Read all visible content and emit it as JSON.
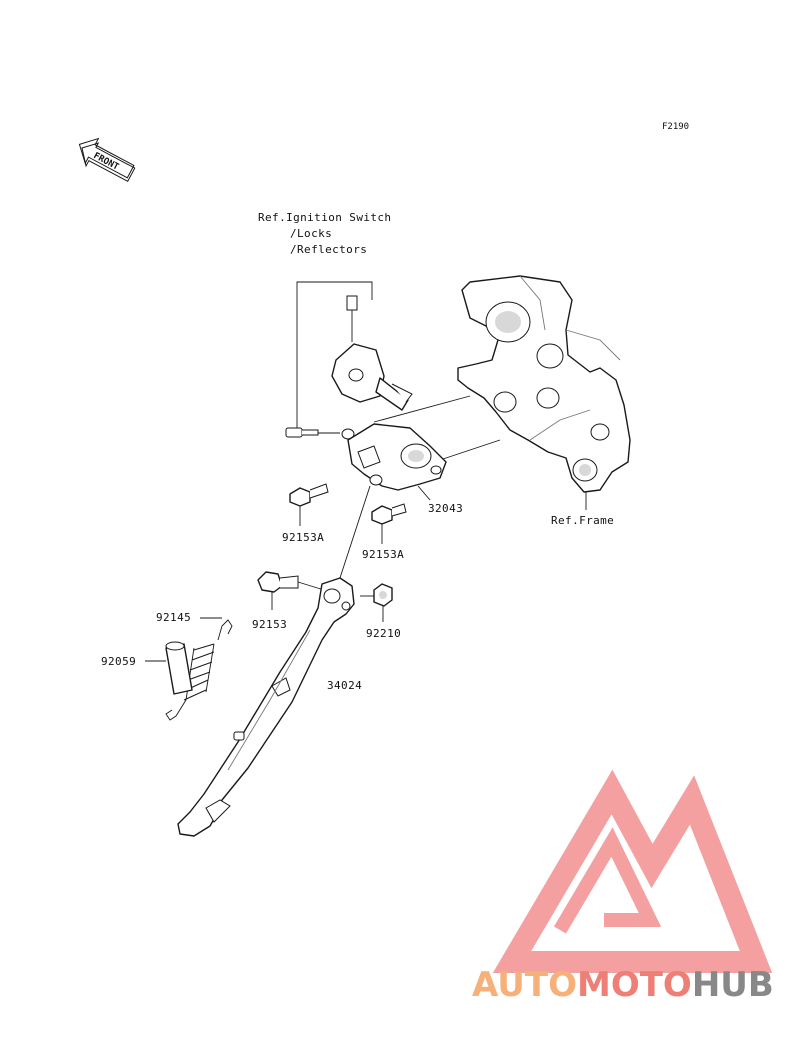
{
  "diagram_code": "F2190",
  "front_label": "FRONT",
  "refs": {
    "ignition_line1": "Ref.Ignition Switch",
    "ignition_line2": "/Locks",
    "ignition_line3": "/Reflectors",
    "frame": "Ref.Frame"
  },
  "parts": {
    "bracket": "32043",
    "bolt_left": "92153A",
    "bolt_right": "92153A",
    "pivot_bolt": "92153",
    "nut": "92210",
    "spring": "92145",
    "sleeve": "92059",
    "stand": "34024"
  },
  "watermark": {
    "part1": "AUTO",
    "part2": "MOTO",
    "part3": "HUB",
    "color_light": "#f6b07a",
    "color_mid": "#ee7f77",
    "color_dark": "#888888",
    "triangle_color": "#f08080"
  }
}
